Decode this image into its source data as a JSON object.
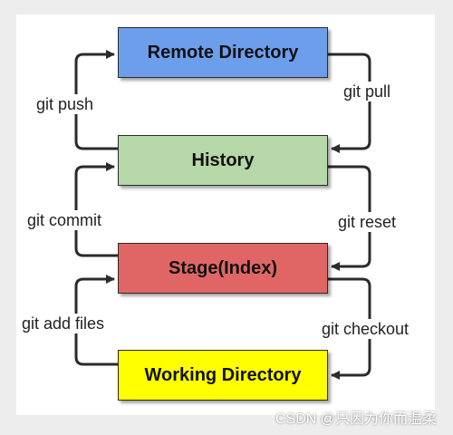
{
  "boxes": [
    {
      "id": "remote",
      "label": "Remote Directory",
      "color": "#6d9eeb"
    },
    {
      "id": "history",
      "label": "History",
      "color": "#b6d7a8"
    },
    {
      "id": "stage",
      "label": "Stage(Index)",
      "color": "#e06666"
    },
    {
      "id": "working",
      "label": "Working Directory",
      "color": "#ffff00"
    }
  ],
  "edges": [
    {
      "id": "push",
      "label": "git push"
    },
    {
      "id": "pull",
      "label": "git pull"
    },
    {
      "id": "commit",
      "label": "git commit"
    },
    {
      "id": "reset",
      "label": "git reset"
    },
    {
      "id": "add",
      "label": "git add files"
    },
    {
      "id": "checkout",
      "label": "git checkout"
    }
  ],
  "watermark": "CSDN @只因为你而温柔",
  "colors": {
    "line": "#2b2b2b",
    "background": "#ffffff",
    "page": "#ededed"
  }
}
